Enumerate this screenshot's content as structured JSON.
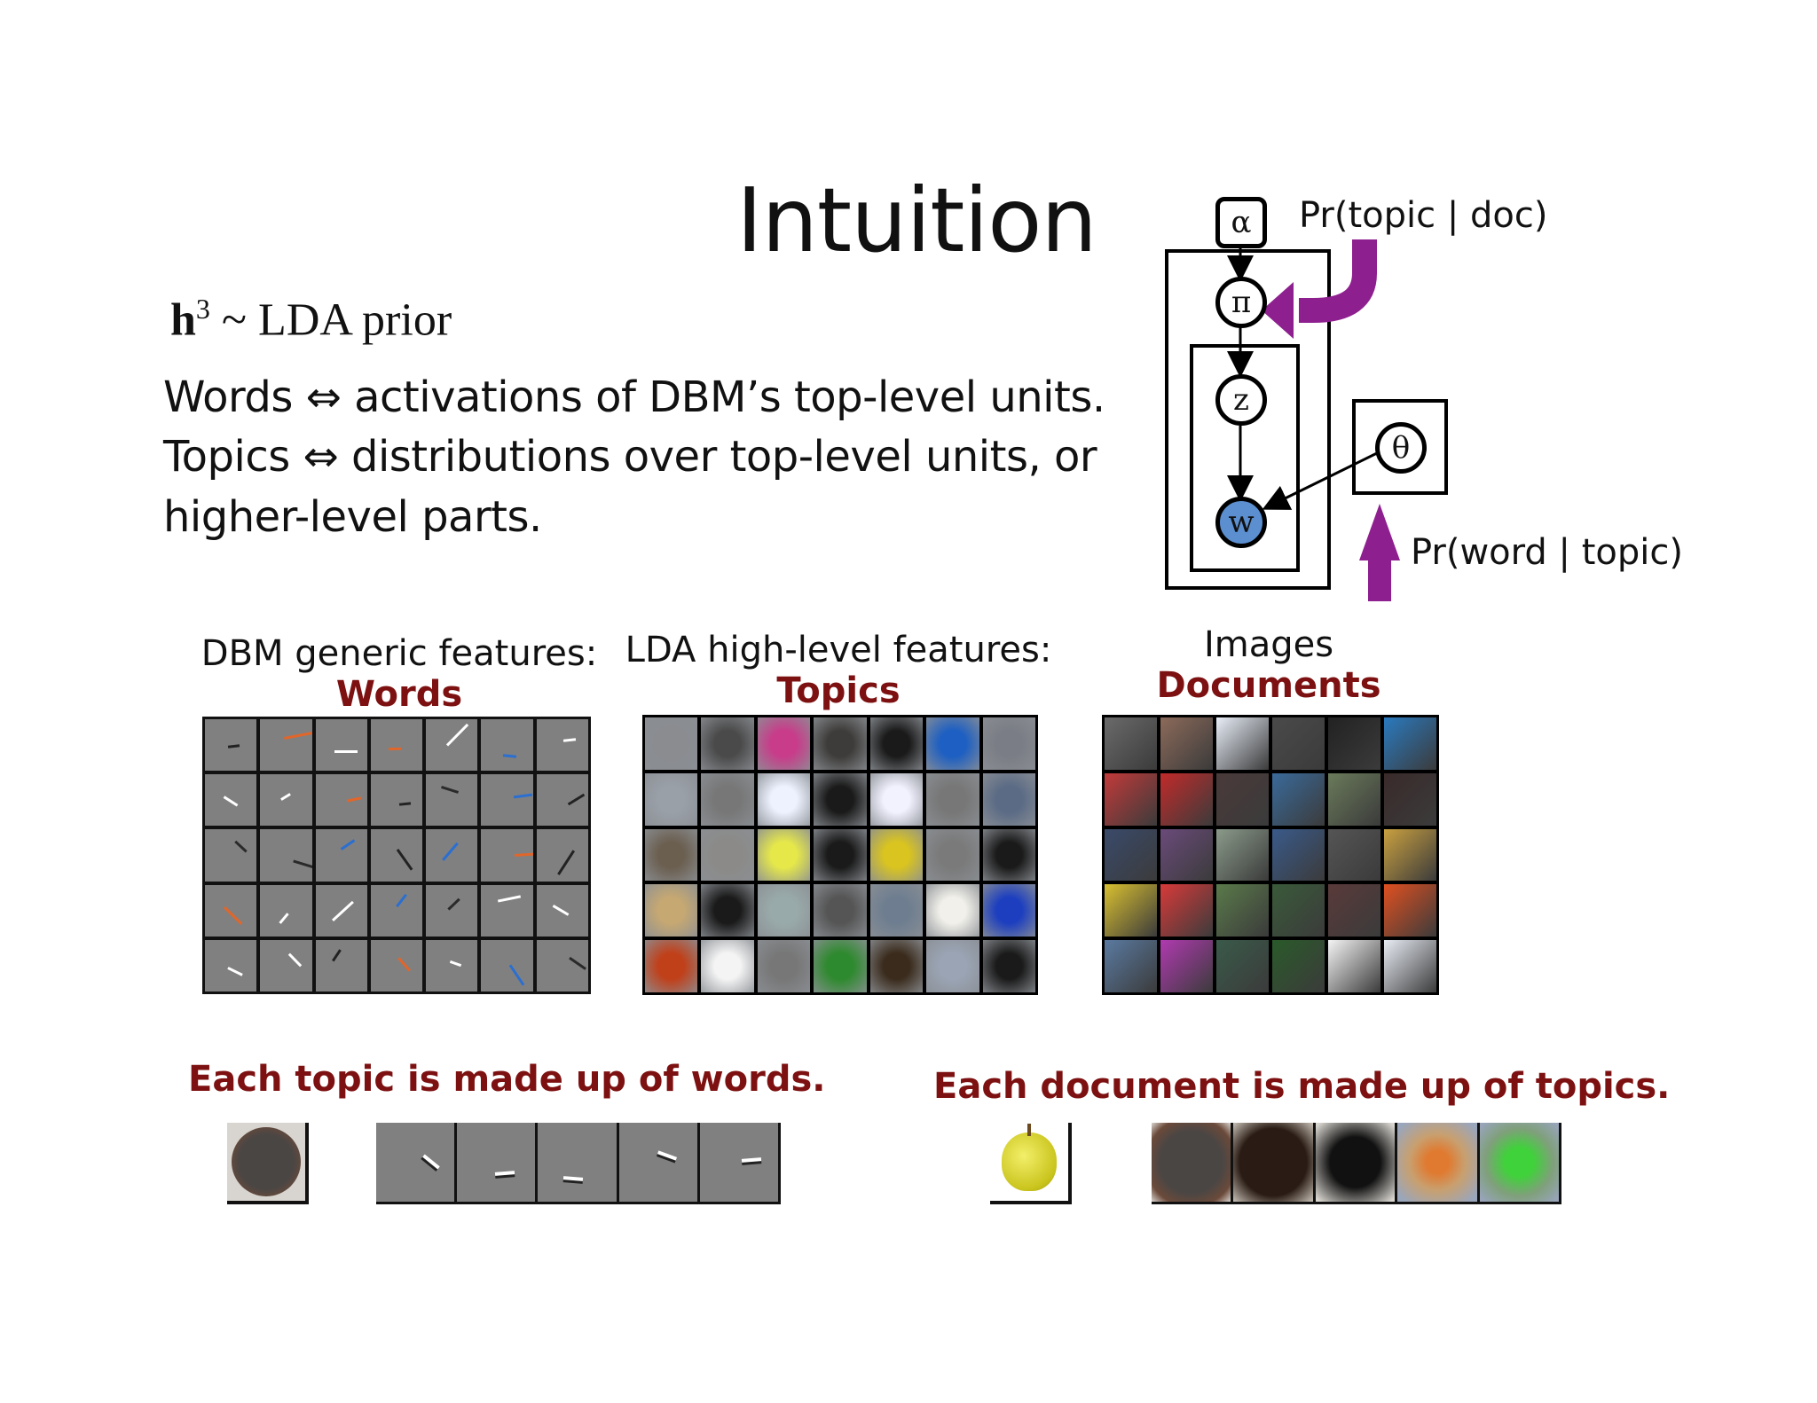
{
  "title": "Intuition",
  "prior": {
    "symbol": "h",
    "superscript": "3",
    "rest": "~ LDA prior"
  },
  "body_lines": [
    "Words ⇔ activations of DBM’s top-level units.",
    "Topics ⇔ distributions over top-level units, or",
    "higher-level parts."
  ],
  "diagram": {
    "alpha": "α",
    "pi": "π",
    "z": "z",
    "w": "w",
    "theta": "θ",
    "label_topic_doc": "Pr(topic | doc)",
    "label_word_topic": "Pr(word | topic)",
    "arrow_color": "#8e1f8f",
    "w_fill": "#5b8fd0"
  },
  "panels": {
    "words": {
      "caption": "DBM generic features:",
      "highlight": "Words"
    },
    "topics": {
      "caption": "LDA high-level features:",
      "highlight": "Topics"
    },
    "documents": {
      "caption": "Images",
      "highlight": "Documents"
    }
  },
  "statements": {
    "topic_words": "Each topic is made up of words.",
    "doc_topics": "Each document is made up of topics."
  },
  "colors": {
    "accent_red": "#7d1111",
    "filter_gray": "#808080"
  }
}
